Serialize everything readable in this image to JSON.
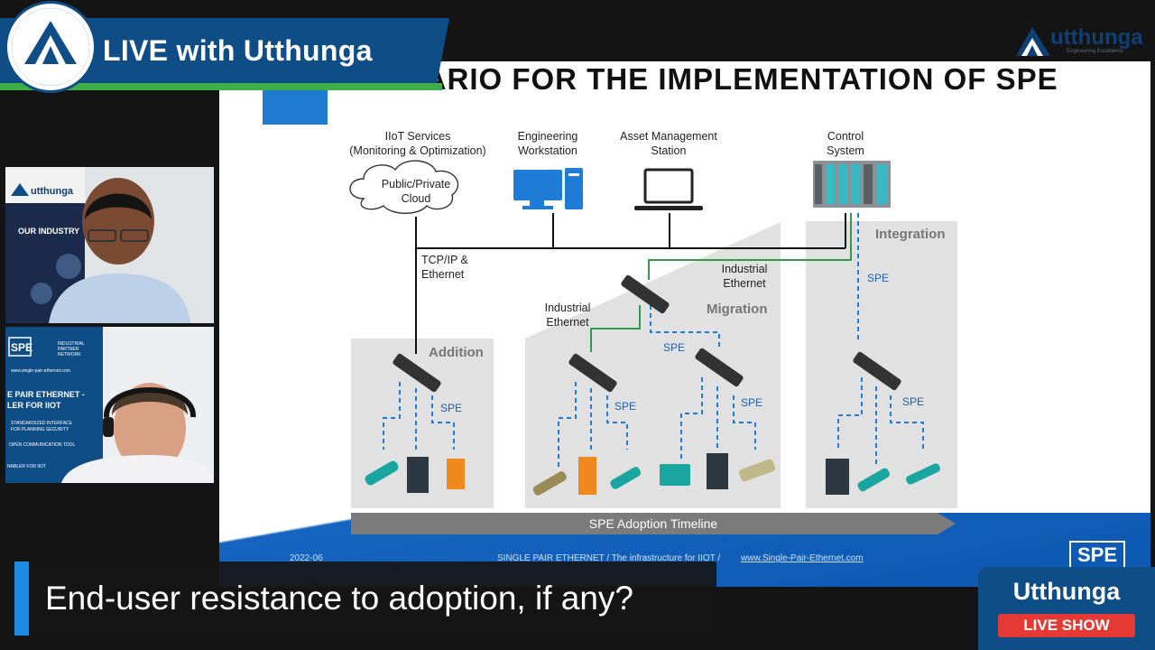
{
  "banner": {
    "title": "LIVE with Utthunga"
  },
  "brand": {
    "name": "utthunga",
    "tagline": "Engineering Excellence"
  },
  "slide": {
    "title": "SCENARIO FOR THE IMPLEMENTATION OF SPE",
    "nodes": {
      "iiot": "IIoT Services\n(Monitoring & Optimization)",
      "cloud": "Public/Private\nCloud",
      "engineering": "Engineering\nWorkstation",
      "asset": "Asset Management\nStation",
      "control": "Control\nSystem"
    },
    "labels": {
      "tcpip": "TCP/IP &\nEthernet",
      "ind_eth_right": "Industrial\nEthernet",
      "ind_eth_left": "Industrial\nEthernet",
      "spe": "SPE"
    },
    "zones": {
      "addition": "Addition",
      "migration": "Migration",
      "integration": "Integration"
    },
    "timeline": "SPE Adoption Timeline",
    "footer": {
      "date": "2022-06",
      "center": "SINGLE PAIR ETHERNET  /  The infrastructure for IIOT  /",
      "link": "www.Single-Pair-Ethernet.com",
      "logo": "SPE"
    }
  },
  "cam1": {
    "poster": "utthunga",
    "wall_text": "OUR INDUSTRY"
  },
  "cam2": {
    "poster_logo": "SPE",
    "poster_org": "INDUSTRIAL\nPARTNER\nNETWORK",
    "poster_url": "www.single-pair-ethernet.com",
    "poster_lines": [
      "E PAIR ETHERNET -",
      "LER FOR IIOT",
      "STANDARDIZED INTERFACE",
      "FOR PLANNING SECURITY",
      "OPEN COMMUNICATION TOOL",
      "NABLER FOR IIOT"
    ]
  },
  "caption": {
    "text": "End-user resistance to adoption, if any?"
  },
  "badge": {
    "title": "Utthunga",
    "sub": "LIVE SHOW"
  },
  "colors": {
    "brand_blue": "#0f4d86",
    "accent_green": "#3fae49",
    "live_red": "#e53935",
    "spe_blue": "#1565c0"
  }
}
